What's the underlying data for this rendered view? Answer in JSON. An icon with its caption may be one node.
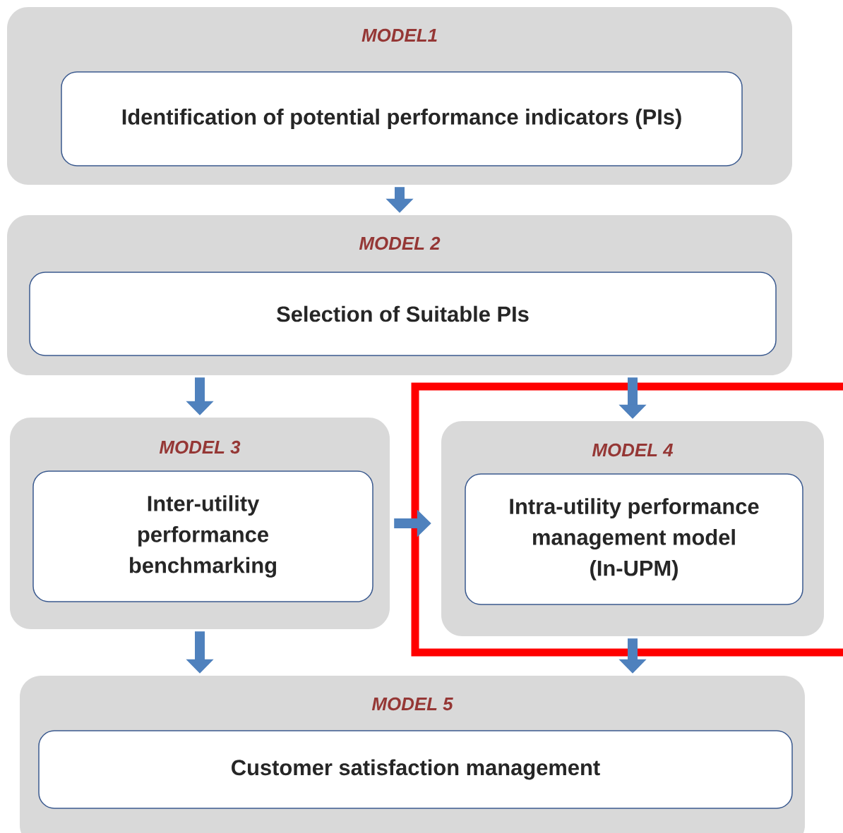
{
  "diagram": {
    "nodes": [
      {
        "text": [
          "MODEL1"
        ]
      },
      {
        "text": [
          "Identification of potential performance indicators (PIs)"
        ],
        "in": 0
      },
      {
        "text": [
          "MODEL 2"
        ]
      },
      {
        "text": [
          "Selection of Suitable PIs"
        ],
        "in": 2
      },
      {
        "text": [
          "MODEL 3"
        ]
      },
      {
        "text": [
          "Inter-utility performance benchmarking"
        ],
        "in": 4
      },
      {
        "text": [],
        "shape": "box"
      },
      {
        "text": [
          "MODEL 4"
        ],
        "in": 6
      },
      {
        "text": [
          "Intra-utility performance management model (In-UPM)"
        ],
        "in": 7
      },
      {
        "text": [
          "MODEL 5"
        ]
      },
      {
        "text": [
          "Customer satisfaction management"
        ],
        "in": 9
      }
    ],
    "edges": [
      {
        "from": 0,
        "to": 2,
        "arrow": "to"
      },
      {
        "from": 2,
        "to": 4,
        "arrow": "to"
      },
      {
        "from": 2,
        "to": 7,
        "arrow": "to"
      },
      {
        "from": 4,
        "to": 7,
        "arrow": "to"
      },
      {
        "from": 4,
        "to": 9,
        "arrow": "to"
      },
      {
        "from": 7,
        "to": 9,
        "arrow": "to"
      }
    ]
  }
}
